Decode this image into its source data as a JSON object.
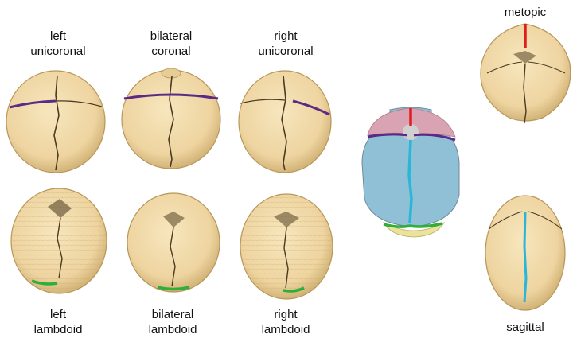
{
  "colors": {
    "bone": "#f0d9a6",
    "bone_shade": "#c9a96a",
    "suture": "#4a3a22",
    "coronal": "#5b2a86",
    "lambdoid": "#2fae3a",
    "metopic": "#e01d1d",
    "sagittal": "#29b6d8",
    "frontal_region": "#d9a3b3",
    "parietal_region": "#8fc0d6",
    "occipital_region": "#ece39a"
  },
  "labels": {
    "left_unicoronal": {
      "line1": "left",
      "line2": "unicoronal"
    },
    "bilateral_coronal": {
      "line1": "bilateral",
      "line2": "coronal"
    },
    "right_unicoronal": {
      "line1": "right",
      "line2": "unicoronal"
    },
    "metopic": {
      "line1": "metopic"
    },
    "left_lambdoid": {
      "line1": "left",
      "line2": "lambdoid"
    },
    "bilateral_lambdoid": {
      "line1": "bilateral",
      "line2": "lambdoid"
    },
    "right_lambdoid": {
      "line1": "right",
      "line2": "lambdoid"
    },
    "sagittal": {
      "line1": "sagittal"
    }
  }
}
